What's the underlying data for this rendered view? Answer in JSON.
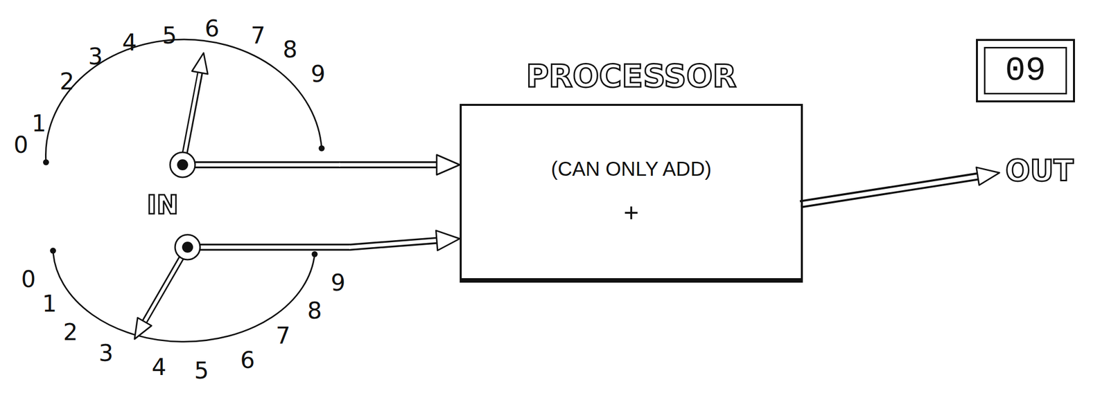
{
  "diagram": {
    "nodes": [
      {
        "text": [
          "0",
          "1",
          "2",
          "3",
          "4",
          "5",
          "6",
          "7",
          "8",
          "9"
        ]
      },
      {
        "text": [
          "0",
          "1",
          "2",
          "3",
          "4",
          "5",
          "6",
          "7",
          "8",
          "9"
        ]
      },
      {
        "text": [
          "PROCESSOR",
          "(CAN ONLY ADD)",
          "+"
        ]
      },
      {
        "text": [
          "09"
        ]
      }
    ],
    "edges": [
      {
        "from": 0,
        "to": 2,
        "arrow": "to"
      },
      {
        "from": 1,
        "to": 2,
        "arrow": "to"
      }
    ],
    "labels": [
      "IN",
      "OUT"
    ]
  }
}
